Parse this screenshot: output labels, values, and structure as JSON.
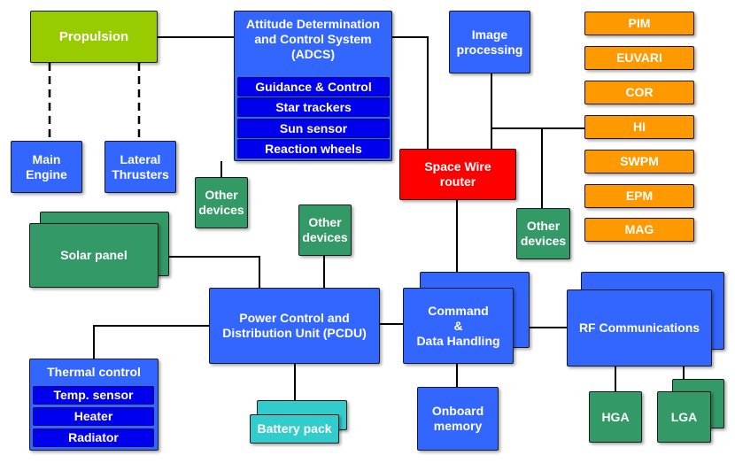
{
  "nodes": {
    "propulsion": "Propulsion",
    "main_engine": "Main\nEngine",
    "lateral_thrusters": "Lateral\nThrusters",
    "adcs": "Attitude Determination\nand Control System\n(ADCS)",
    "adcs_items": [
      "Guidance & Control",
      "Star trackers",
      "Sun sensor",
      "Reaction wheels"
    ],
    "other_devices_1": "Other\ndevices",
    "other_devices_2": "Other\ndevices",
    "other_devices_3": "Other\ndevices",
    "image_processing": "Image\nprocessing",
    "space_wire_router": "Space Wire\nrouter",
    "instruments": [
      "PIM",
      "EUVARI",
      "COR",
      "HI",
      "SWPM",
      "EPM",
      "MAG"
    ],
    "solar_panel": "Solar panel",
    "pcdu": "Power Control and\nDistribution Unit (PCDU)",
    "cdh": "Command\n&\nData Handling",
    "rf": "RF Communications",
    "thermal": "Thermal control",
    "thermal_items": [
      "Temp. sensor",
      "Heater",
      "Radiator"
    ],
    "battery": "Battery pack",
    "onboard_memory": "Onboard\nmemory",
    "hga": "HGA",
    "lga": "LGA"
  },
  "colors": {
    "blue": "#3366ff",
    "green": "#339966",
    "lime": "#99cc00",
    "red": "#ff0000",
    "orange": "#ff9900",
    "teal": "#33cccc",
    "navy": "#0000ee"
  }
}
